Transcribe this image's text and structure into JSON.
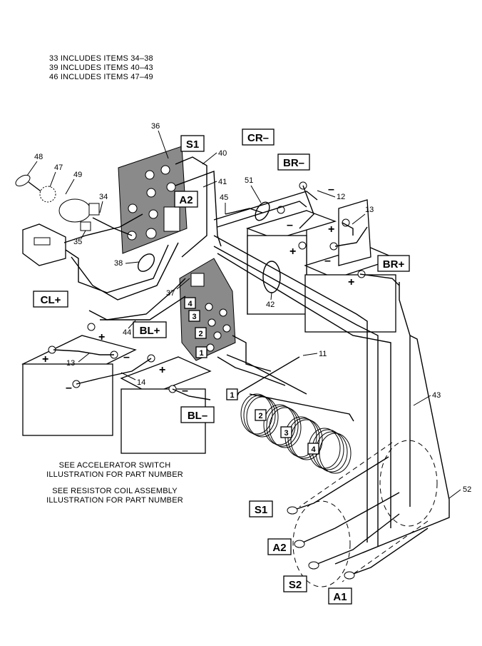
{
  "notes": {
    "top": [
      "33 INCLUDES ITEMS 34–38",
      "39 INCLUDES ITEMS 40–43",
      "46 INCLUDES ITEMS 47–49"
    ],
    "bottom": [
      "SEE ACCELERATOR SWITCH",
      "ILLUSTRATION FOR PART NUMBER",
      "SEE RESISTOR COIL ASSEMBLY",
      "ILLUSTRATION FOR PART NUMBER"
    ]
  },
  "boxed_labels": {
    "s1_top": "S1",
    "a2_top": "A2",
    "cr_minus": "CR–",
    "br_minus": "BR–",
    "br_plus": "BR+",
    "cl_plus": "CL+",
    "bl_plus": "BL+",
    "bl_minus": "BL–",
    "s1_bottom": "S1",
    "a2_bottom": "A2",
    "s2": "S2",
    "a1": "A1",
    "n1_switch": "1",
    "n2_switch": "2",
    "n3_switch": "3",
    "n4_switch": "4",
    "n1_coil": "1",
    "n2_coil": "2",
    "n3_coil": "3",
    "n4_coil": "4"
  },
  "callouts": {
    "c36": "36",
    "c40": "40",
    "c41": "41",
    "c45": "45",
    "c51": "51",
    "c12": "12",
    "c13_right": "13",
    "c48": "48",
    "c47": "47",
    "c49": "49",
    "c34": "34",
    "c35": "35",
    "c38": "38",
    "c37": "37",
    "c42": "42",
    "c44": "44",
    "c13_left": "13",
    "c14": "14",
    "c11": "11",
    "c43": "43",
    "c52": "52"
  },
  "terminal_signs": {
    "plus": "+",
    "minus": "–"
  }
}
